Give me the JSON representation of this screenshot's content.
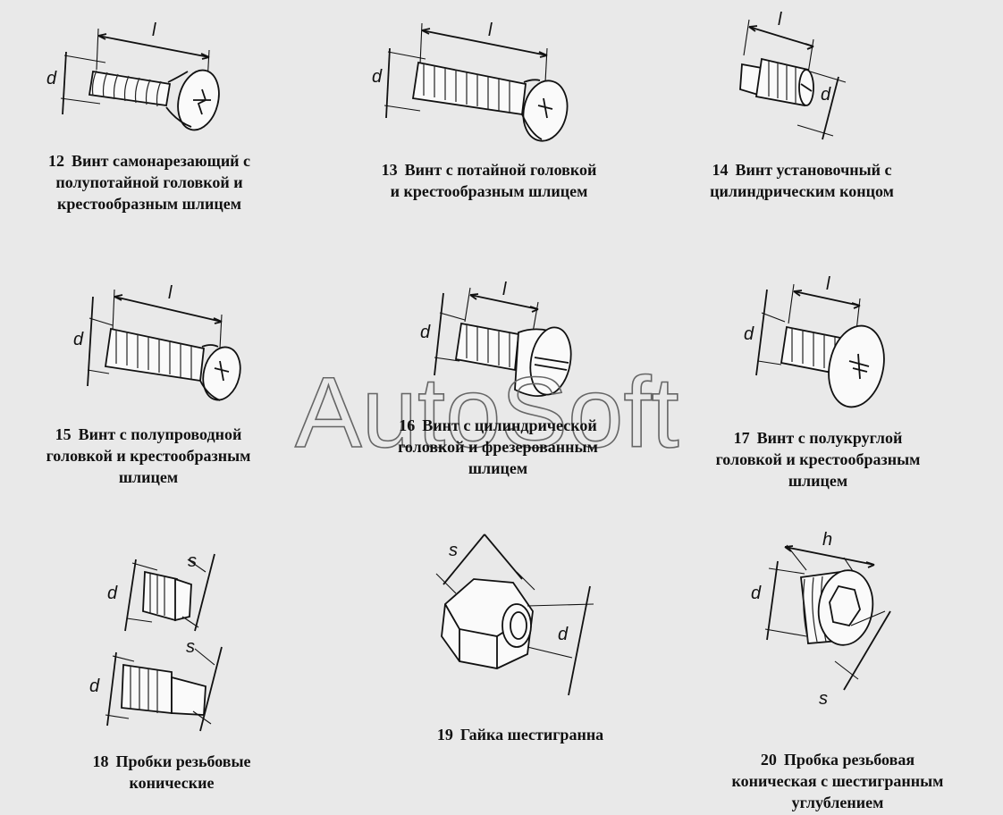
{
  "items": [
    {
      "number": "12",
      "lines": [
        "Винт самонарезающий с",
        "полупотайной головкой и",
        "крестообразным шлицем"
      ],
      "dims": [
        "l",
        "d"
      ]
    },
    {
      "number": "13",
      "lines": [
        "Винт с потайной головкой",
        "и крестообразным шлицем"
      ],
      "dims": [
        "l",
        "d"
      ]
    },
    {
      "number": "14",
      "lines": [
        "Винт установочный с",
        "цилиндрическим концом"
      ],
      "dims": [
        "l",
        "d"
      ]
    },
    {
      "number": "15",
      "lines": [
        "Винт с полупроводной",
        "головкой и крестообразным",
        "шлицем"
      ],
      "dims": [
        "l",
        "d"
      ]
    },
    {
      "number": "16",
      "lines": [
        "Винт с цилиндрической",
        "головкой и фрезерованным",
        "шлицем"
      ],
      "dims": [
        "l",
        "d"
      ]
    },
    {
      "number": "17",
      "lines": [
        "Винт с полукруглой",
        "головкой и крестообразным",
        "шлицем"
      ],
      "dims": [
        "l",
        "d"
      ]
    },
    {
      "number": "18",
      "lines": [
        "Пробки резьбовые",
        "конические"
      ],
      "dims": [
        "s",
        "d",
        "s",
        "d"
      ]
    },
    {
      "number": "19",
      "lines": [
        "Гайка шестигранна"
      ],
      "dims": [
        "s",
        "d"
      ]
    },
    {
      "number": "20",
      "lines": [
        "Пробка резьбовая",
        "коническая с шестигранным",
        "углублением"
      ],
      "dims": [
        "h",
        "d",
        "s"
      ]
    }
  ],
  "watermark": "AutoSoft"
}
